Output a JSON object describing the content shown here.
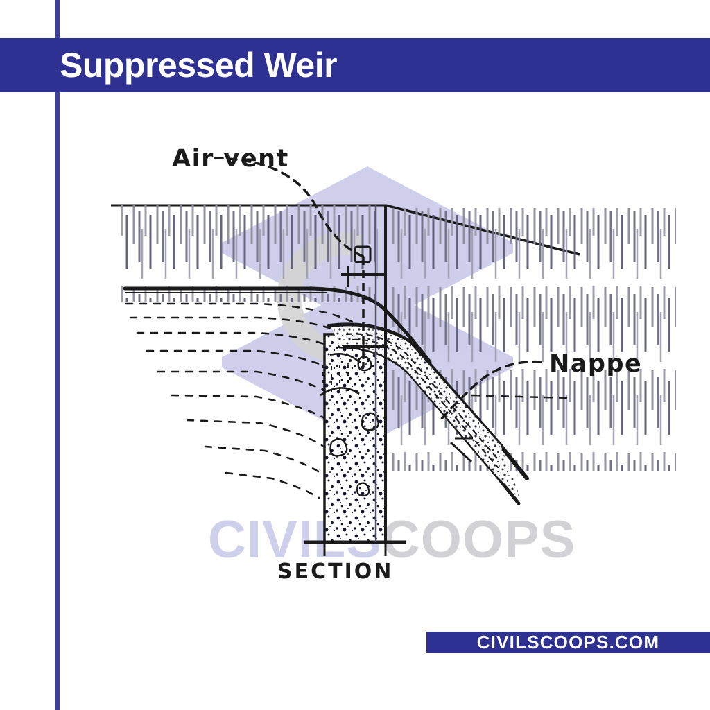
{
  "header": {
    "title": "Suppressed Weir",
    "band_color": "#2e3192",
    "title_color": "#ffffff"
  },
  "accent": {
    "color": "#3a3fa0"
  },
  "footer": {
    "badge_text": "CIVILSCOOPS.COM",
    "badge_color": "#2e3192",
    "badge_text_color": "#ffffff"
  },
  "watermark": {
    "text_part_a": "CIVILS",
    "text_part_b": "COOPS",
    "full_text": "CIVILSCOOPS",
    "text_color": "#c9c9cf",
    "shape_color": "#ccccea",
    "shape_name": "hexagon-cube-logo"
  },
  "diagram": {
    "name": "suppressed-weir-section-diagram",
    "caption": "SECTION",
    "labels": [
      {
        "id": "air-vent",
        "text": "Air vent"
      },
      {
        "id": "nappe",
        "text": "Nappe"
      }
    ],
    "line_color": "#1a1a1a",
    "elements": [
      "upstream-water-surface",
      "weir-crest",
      "weir-body-concrete",
      "nappe-jet",
      "air-vent-pipe",
      "streamlines",
      "ground-slope-line",
      "channel-floor"
    ]
  }
}
